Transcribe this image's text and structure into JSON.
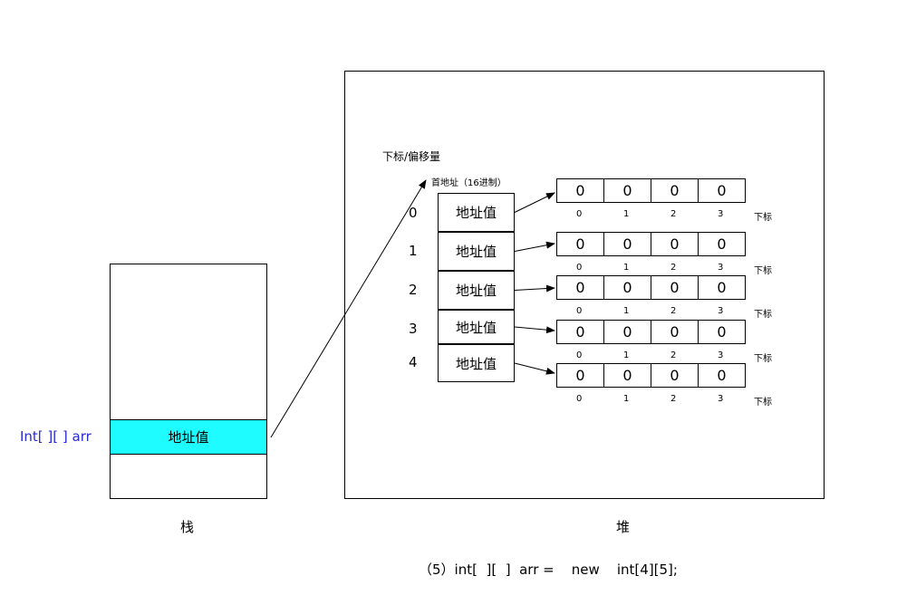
{
  "stack": {
    "variable_label": "Int[ ][ ] arr",
    "slot_label": "地址值",
    "caption": "栈"
  },
  "heap": {
    "caption": "堆",
    "offset_label": "下标/偏移量",
    "first_address_label": "首地址（16进制）",
    "row_indices": [
      "0",
      "1",
      "2",
      "3",
      "4"
    ],
    "address_label": "地址值",
    "cell_value": "0",
    "column_indices": [
      "0",
      "1",
      "2",
      "3"
    ],
    "index_suffix": "下标"
  },
  "code_caption": "（5）int[  ][  ]  arr =    new    int[4][5];",
  "colors": {
    "stack_highlight": "#1ffcff",
    "variable_text": "#2a2ad6"
  }
}
